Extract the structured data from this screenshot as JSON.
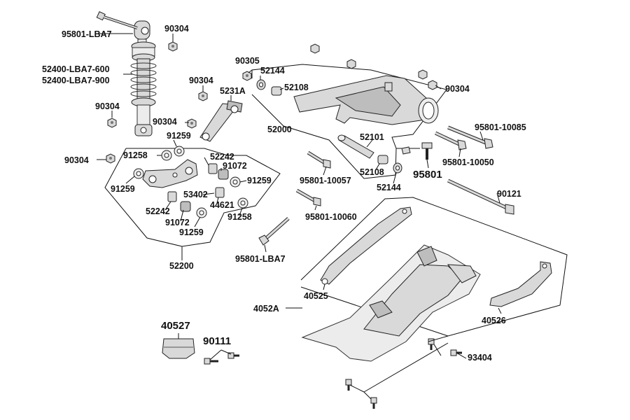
{
  "labels": {
    "l95801_lba7_top": "95801-LBA7",
    "l90304_a": "90304",
    "l52400_600": "52400-LBA7-600",
    "l52400_900": "52400-LBA7-900",
    "l90304_b": "90304",
    "l90304_c": "90304",
    "l5231a": "5231A",
    "l90304_d": "90304",
    "l90304_e": "90304",
    "l91259_a": "91259",
    "l91258_a": "91258",
    "l52242_a": "52242",
    "l91072_a": "91072",
    "l91259_b": "91259",
    "l91259_c": "91259",
    "l53402": "53402",
    "l44621": "44621",
    "l52242_b": "52242",
    "l91258_b": "91258",
    "l91072_b": "91072",
    "l91259_d": "91259",
    "l52200": "52200",
    "l95801_lba7_bot": "95801-LBA7",
    "l90305": "90305",
    "l52144_a": "52144",
    "l52108_a": "52108",
    "l90304_f": "90304",
    "l52000": "52000",
    "l52101": "52101",
    "l52108_b": "52108",
    "l52144_b": "52144",
    "l95801_10057": "95801-10057",
    "l95801_10085": "95801-10085",
    "l95801_10050": "95801-10050",
    "l95801": "95801",
    "l90121": "90121",
    "l95801_10060": "95801-10060",
    "l40525": "40525",
    "l4052a": "4052A",
    "l40526": "40526",
    "l40527": "40527",
    "l90111": "90111",
    "l93404": "93404"
  },
  "colors": {
    "line": "#111111",
    "part_fill": "#d9d9d9",
    "part_dark": "#bdbdbd",
    "background": "#ffffff"
  }
}
